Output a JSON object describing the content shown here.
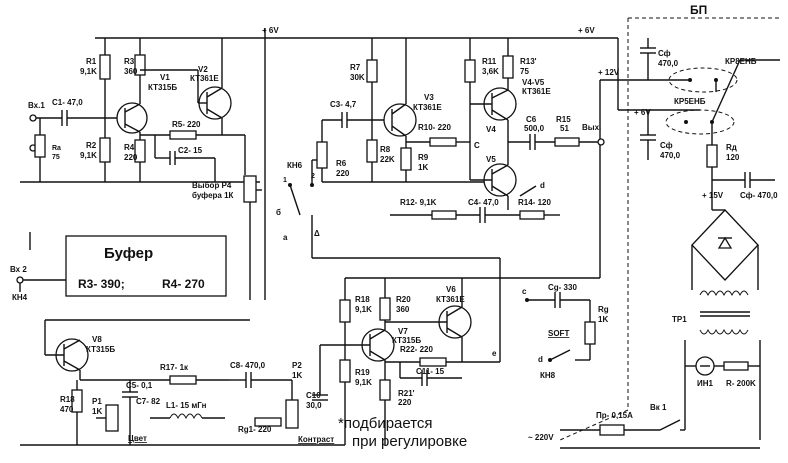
{
  "rails": {
    "plus6v_left": "+ 6V",
    "plus6v_right": "+ 6V",
    "plus12v": "+ 12V",
    "plus6v_psu": "+ 6V",
    "plus15v": "+ 15V"
  },
  "inputs": {
    "in1": "Вх.1",
    "in2": "Вх 2",
    "kn4": "КН4",
    "out": "Вых."
  },
  "psu": {
    "title": "БП",
    "cf_top": "Сф",
    "cf_top_val": "470,0",
    "cf_mid": "Сф",
    "cf_mid_val": "470,0",
    "cf_bottom": "Сф- 470,0",
    "reg_top": "КР8ЕНБ",
    "reg_bottom": "КР5ЕНБ",
    "rd": "Rд",
    "rd_val": "120",
    "tr1": "ТР1",
    "fuse": "Пр- 0,15А",
    "switch": "Вк 1",
    "mains": "~ 220V",
    "neon": "ИН1",
    "neon_r": "R- 200K"
  },
  "left": {
    "c1": "C1- 47,0",
    "r1": "R1",
    "r1v": "9,1K",
    "r2": "R2",
    "r2v": "9,1K",
    "r3": "R3",
    "r3v": "360",
    "r4": "R4",
    "r4v": "220",
    "ra": "Rа",
    "rav": "75",
    "v1": "V1",
    "v1t": "КТ315Б",
    "v2": "V2",
    "v2t": "КТ361Е",
    "r5": "R5- 220",
    "c2": "C2- 15",
    "p4": "Выбор  P4",
    "p4b": "буфера  1К"
  },
  "buffer": {
    "title": "Буфер",
    "r3": "R3- 390;",
    "r4": "R4- 270"
  },
  "kn6": {
    "label": "КН6",
    "p1": "1",
    "p2": "2",
    "b": "б",
    "a": "а",
    "d": "Δ"
  },
  "mid": {
    "c3": "C3- 4,7",
    "r6": "R6",
    "r6v": "220",
    "r7": "R7",
    "r7v": "30K",
    "r8": "R8",
    "r8v": "22K",
    "v3": "V3",
    "v3t": "КТ361Е",
    "r9": "R9",
    "r9v": "1K",
    "r10": "R10- 220",
    "r11": "R11",
    "r11v": "3,6K",
    "r13": "R13'",
    "r13v": "75",
    "v45": "V4-V5",
    "v45t": "КТ361Е",
    "v4": "V4",
    "v5": "V5",
    "c": "C",
    "c6": "C6",
    "c6v": "500,0",
    "r15": "R15",
    "r15v": "51",
    "d": "d",
    "r12": "R12- 9,1K",
    "c4": "C4- 47,0",
    "r14": "R14- 120"
  },
  "bottom": {
    "v8": "V8",
    "v8t": "КТ315Б",
    "r18b": "R18",
    "r18bv": "470",
    "r17": "R17- 1к",
    "c5": "C5- 0,1",
    "c7": "C7- 82",
    "l1": "L1- 15 мГн",
    "p1": "P1",
    "p1v": "1K",
    "cvet": "Цвет",
    "c8": "C8- 470,0",
    "p2": "P2",
    "p2v": "1K",
    "c10": "C10",
    "c10v": "30,0",
    "rg1": "Rg1- 220",
    "kontrast": "Контраст",
    "r18": "R18",
    "r18v": "9,1K",
    "r20": "R20",
    "r20v": "360",
    "v6": "V6",
    "v6t": "КТ361Е",
    "v7": "V7",
    "v7t": "КТ315Б",
    "r19": "R19",
    "r19v": "9,1K",
    "r22": "R22- 220",
    "c11": "C11- 15",
    "r21": "R21'",
    "r21v": "220",
    "e": "е",
    "cg": "Cg- 330",
    "rg": "Rg",
    "rgv": "1K",
    "soft": "SOFT",
    "kn8": "КН8",
    "c_lbl": "c",
    "d_lbl": "d"
  },
  "note": {
    "line1": "*подбирается",
    "line2": "при регулировке"
  }
}
